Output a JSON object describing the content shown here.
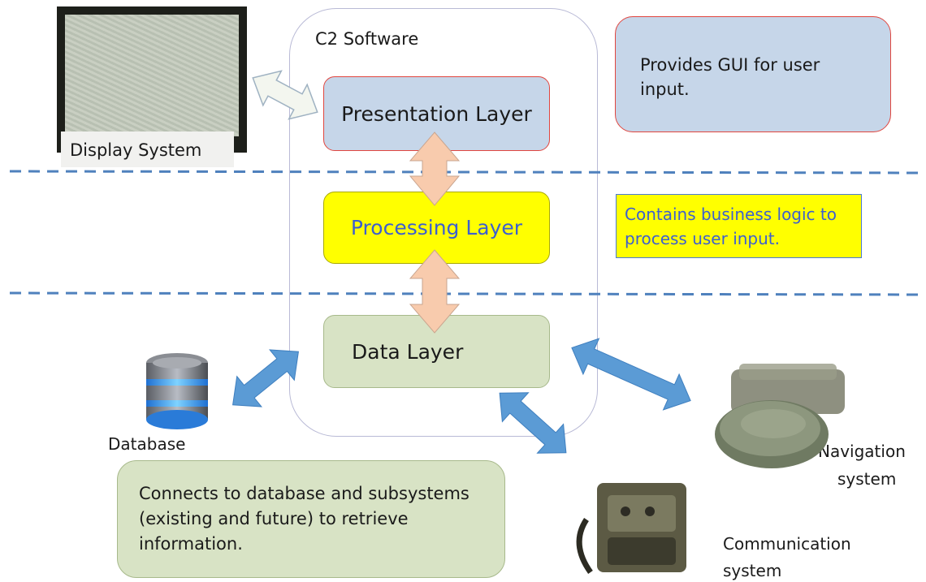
{
  "diagram": {
    "container_title": "C2 Software",
    "layers": {
      "presentation": "Presentation Layer",
      "processing": "Processing Layer",
      "data": "Data Layer"
    },
    "notes": {
      "gui": "Provides GUI for user input.",
      "logic": "Contains business logic to process user input.",
      "connect": "Connects to database and subsystems (existing and future) to retrieve information."
    },
    "external": {
      "display": "Display System",
      "database": "Database",
      "navigation_line1": "Navigation",
      "navigation_line2": "system",
      "communication_line1": "Communication",
      "communication_line2": "system"
    }
  },
  "colors": {
    "presentation_fill": "#c6d6e9",
    "presentation_border": "#e1463f",
    "processing_fill": "#ffff00",
    "processing_text": "#3c5fd0",
    "data_fill": "#d8e3c5",
    "dashed_line": "#4f81bd",
    "layer_arrow": "#f8cbad",
    "external_arrow": "#5b9bd5"
  }
}
